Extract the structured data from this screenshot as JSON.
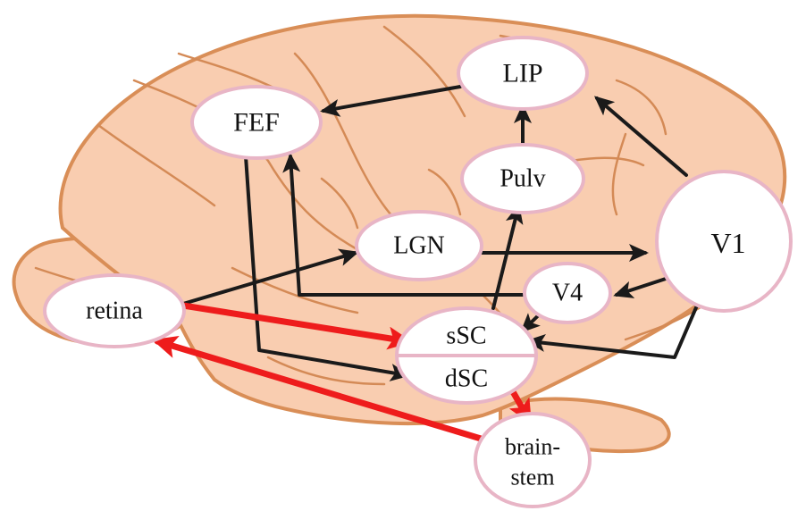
{
  "colors": {
    "brain_fill": "#F9CDB0",
    "brain_outline": "#D98E57",
    "sulcus": "#D48A56",
    "node_fill": "#FFFFFF",
    "node_border": "#E8B5C6",
    "black_arrow": "#1A1A1A",
    "red_arrow": "#EE1C1C"
  },
  "nodes": {
    "lip": "LIP",
    "fef": "FEF",
    "pulv": "Pulv",
    "lgn": "LGN",
    "v1": "V1",
    "v4": "V4",
    "retina": "retina",
    "ssc": "sSC",
    "dsc": "dSC",
    "brainstem_line1": "brain-",
    "brainstem_line2": "stem"
  }
}
